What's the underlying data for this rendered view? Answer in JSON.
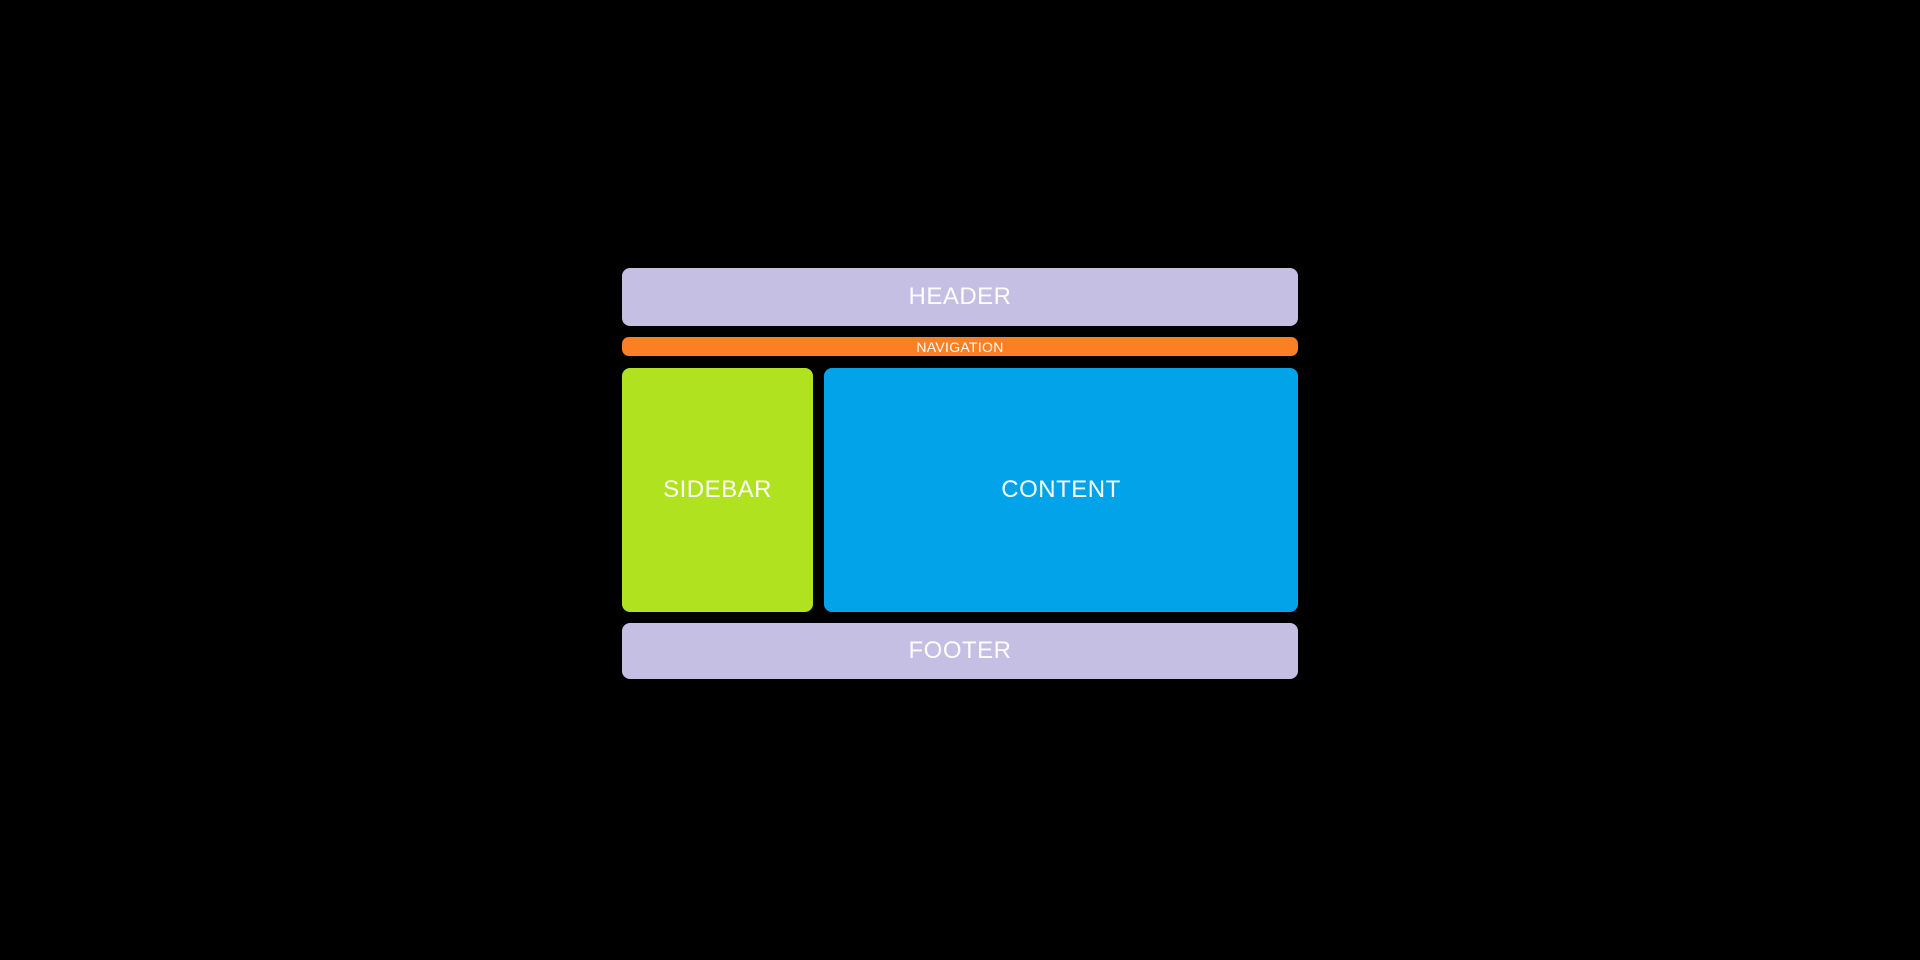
{
  "page": {
    "background": "#000000",
    "text_color": "#ffffff"
  },
  "layout": {
    "header": {
      "label": "HEADER",
      "color": "#c5bfe4"
    },
    "navigation": {
      "label": "NAVIGATION",
      "color": "#fb7f24"
    },
    "sidebar": {
      "label": "SIDEBAR",
      "color": "#b1e21f"
    },
    "content": {
      "label": "CONTENT",
      "color": "#02a3e8"
    },
    "footer": {
      "label": "FOOTER",
      "color": "#c5bfe4"
    }
  }
}
